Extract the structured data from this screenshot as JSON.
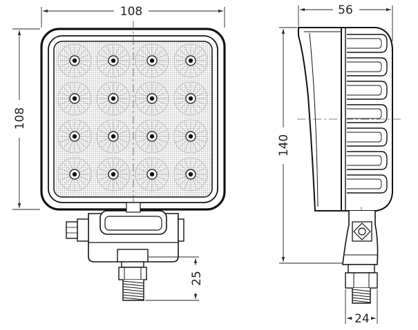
{
  "dimensions": {
    "front_width": "108",
    "front_height": "108",
    "side_depth": "56",
    "side_height": "140",
    "stud_length": "25",
    "stud_width": "24"
  },
  "front_view": {
    "led_rows": 4,
    "led_cols": 4
  },
  "side_view": {
    "fin_count": 7
  },
  "colors": {
    "line": "#1a1a1a",
    "fill": "#ffffff"
  }
}
